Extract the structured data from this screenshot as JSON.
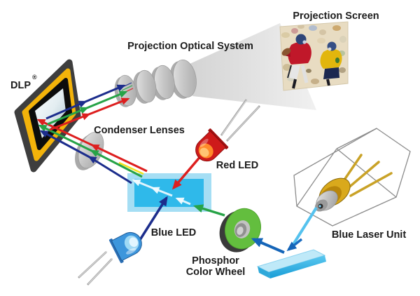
{
  "diagram": {
    "title_context": "DLP hybrid LED/laser projector optical path",
    "labels": {
      "projection_screen": "Projection Screen",
      "projection_optical_system": "Projection Optical System",
      "dlp": "DLP",
      "dlp_registered": "®",
      "condenser_lenses": "Condenser Lenses",
      "red_led": "Red LED",
      "blue_led": "Blue LED",
      "phosphor_wheel_line1": "Phosphor",
      "phosphor_wheel_line2": "Color Wheel",
      "blue_laser_unit": "Blue Laser Unit"
    },
    "colors": {
      "beam_red": "#DD1F1F",
      "beam_green": "#27A347",
      "beam_blue_navy": "#1C2D8C",
      "beam_yellow_accent": "#F2E31C",
      "beam_cyan_laser": "#55C2EE",
      "beam_blue_medium": "#1565B8",
      "combiner_cube_outer": "#A5DEF4",
      "combiner_cube_inner": "#2FB9EA",
      "phosphor_wheel_green": "#63BE3E",
      "dlp_frame_yellow": "#F3B30A",
      "dlp_frame_dark": "#3E3E3E",
      "laser_gold": "#D9A91C",
      "lens_gray": "#C9C9C9",
      "label_text": "#1C1C1C"
    }
  }
}
